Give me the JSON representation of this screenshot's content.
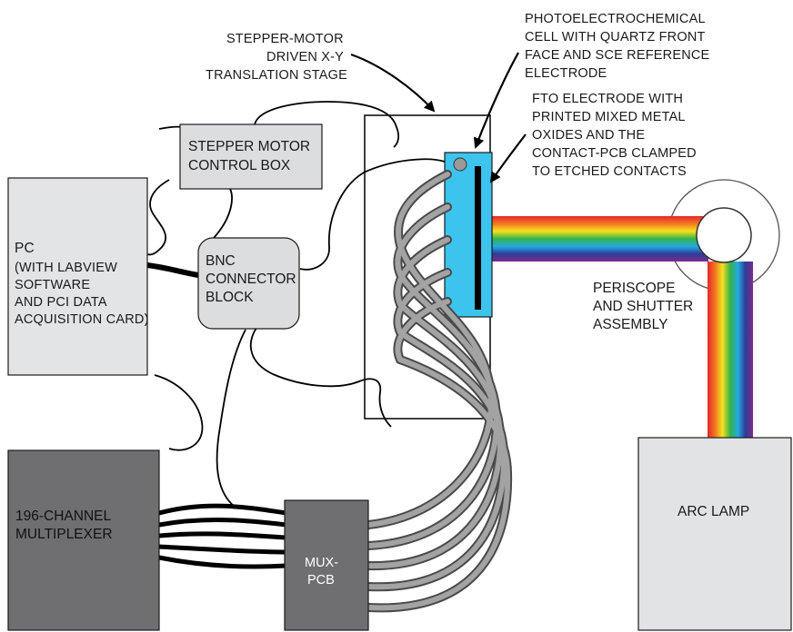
{
  "labels": {
    "stage": [
      "STEPPER-MOTOR",
      "DRIVEN X-Y",
      "TRANSLATION STAGE"
    ],
    "cell": [
      "PHOTOELECTROCHEMICAL",
      "CELL WITH QUARTZ FRONT",
      "FACE AND SCE REFERENCE",
      "ELECTRODE"
    ],
    "fto": [
      "FTO ELECTRODE WITH",
      "PRINTED MIXED METAL",
      "OXIDES AND THE",
      "CONTACT-PCB CLAMPED",
      "TO ETCHED CONTACTS"
    ],
    "stepper_box": [
      "STEPPER MOTOR",
      "CONTROL BOX"
    ],
    "pc": [
      "PC",
      "(WITH LABVIEW",
      "SOFTWARE",
      "AND PCI DATA",
      "ACQUISITION CARD)"
    ],
    "bnc": [
      "BNC",
      "CONNECTOR",
      "BLOCK"
    ],
    "periscope": [
      "PERISCOPE",
      "AND SHUTTER",
      "ASSEMBLY"
    ],
    "multiplexer": [
      "196-CHANNEL",
      "MULTIPLEXER"
    ],
    "mux_pcb": [
      "MUX-",
      "PCB"
    ],
    "arc_lamp": [
      "ARC LAMP"
    ]
  },
  "colors": {
    "cell_blue": "#3cc4ee",
    "box_light": "#e2e3e5",
    "box_mid": "#dcdddf",
    "box_dark": "#6f6f71",
    "cable_grey": "#8a8a8a",
    "wire_black": "#000000"
  },
  "spectrum": [
    "#e8262a",
    "#f07a22",
    "#f7e11d",
    "#35b34a",
    "#22a9e1",
    "#2c3e97",
    "#7b2c8e"
  ]
}
